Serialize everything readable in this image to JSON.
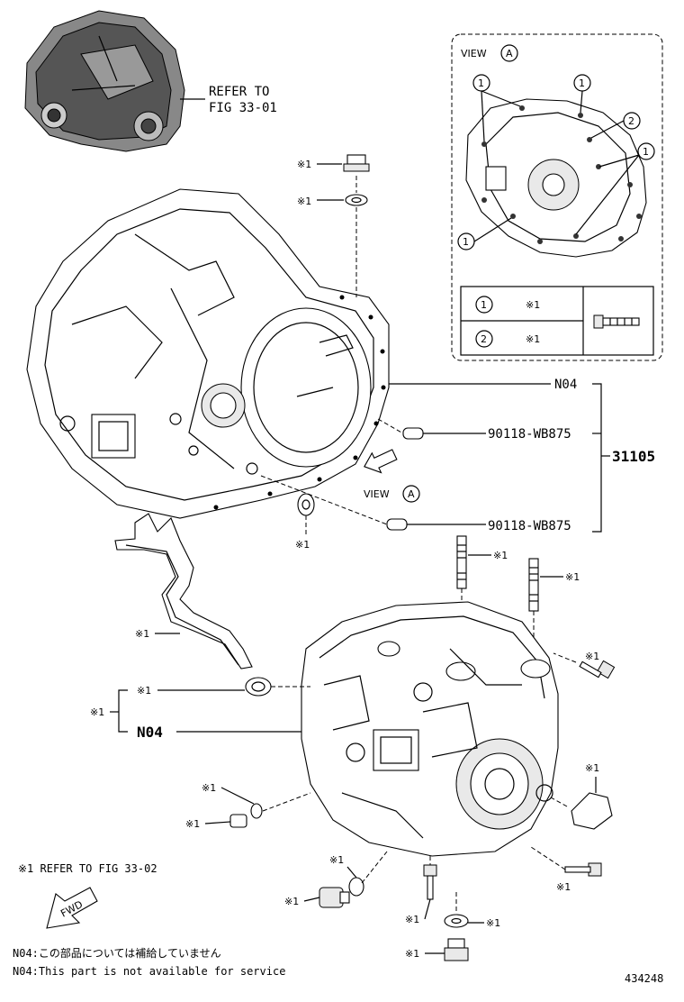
{
  "refer_top": [
    "REFER TO",
    "FIG 33-01"
  ],
  "view_label": "VIEW",
  "view_letter": "A",
  "view_callouts": [
    "1",
    "2"
  ],
  "legend_rows": [
    {
      "num": "1",
      "ref": "※1"
    },
    {
      "num": "2",
      "ref": "※1"
    }
  ],
  "ref_mark": "※1",
  "part_numbers": {
    "n04": "N04",
    "pin_a": "90118-WB875",
    "pin_b": "90118-WB875",
    "assembly": "31105"
  },
  "footnote_ref": "※1 REFER TO FIG 33-02",
  "fwd": "FWD",
  "notes": [
    "N04:この部品については補給していません",
    "N04:This part is not available for service"
  ],
  "figure_id": "434248"
}
